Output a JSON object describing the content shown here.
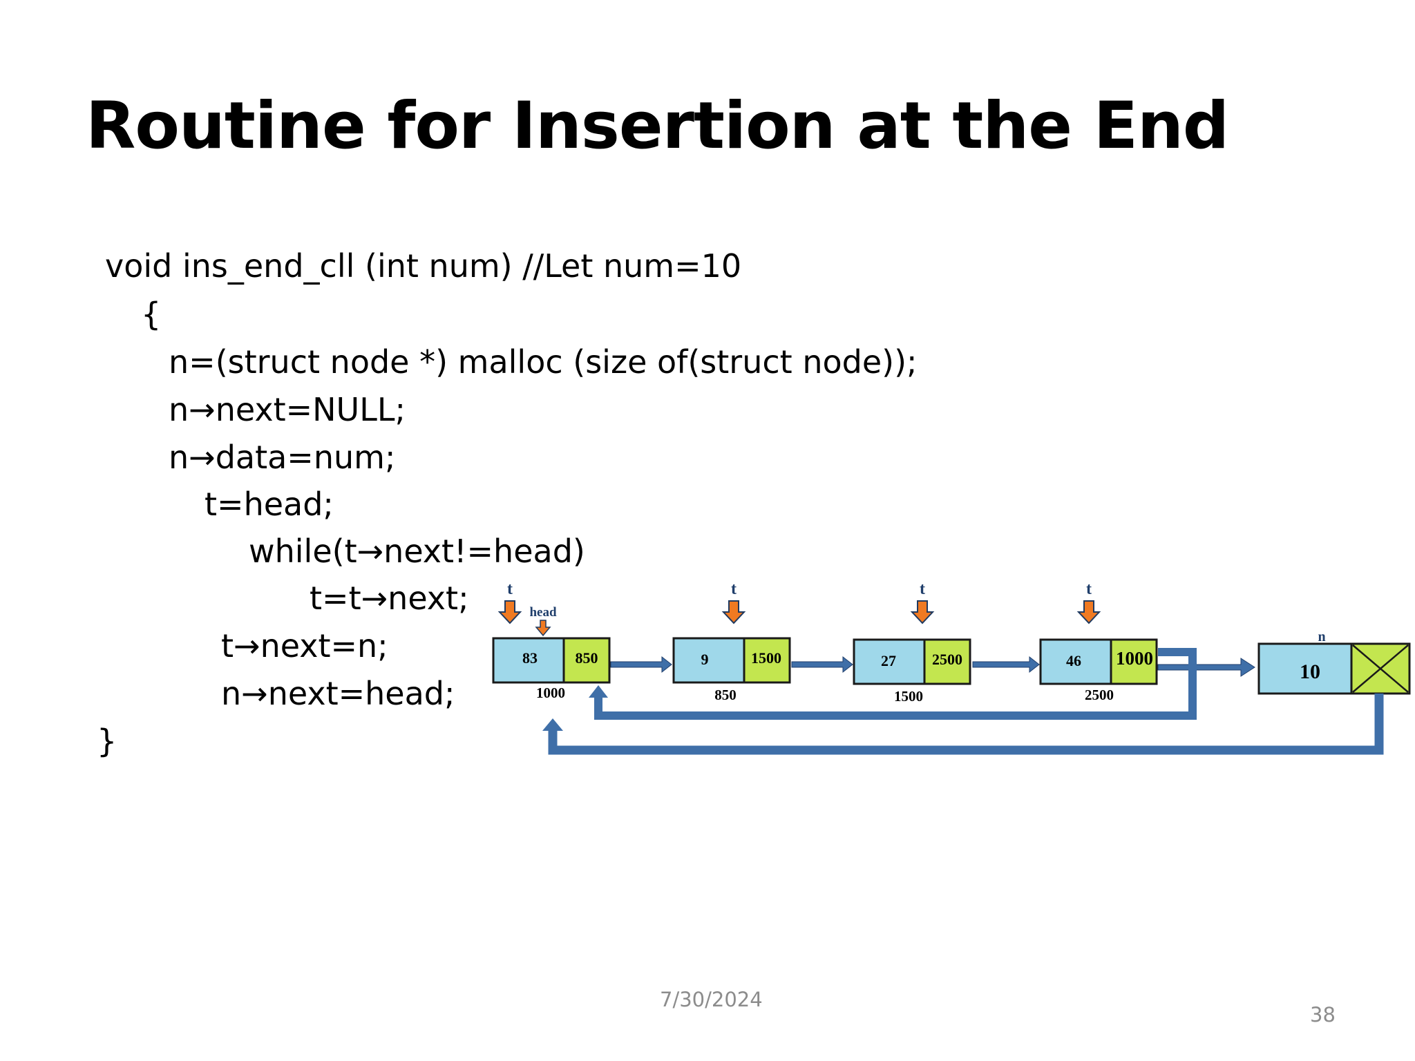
{
  "title": "Routine for Insertion at the End",
  "code": [
    "void ins_end_cll (int num) //Let num=10",
    "{",
    "n=(struct node *) malloc (size of(struct node));",
    "n→next=NULL;",
    "n→data=num;",
    "t=head;",
    "while(t→next!=head)",
    "t=t→next;",
    "t→next=n;",
    "n→next=head;",
    "}"
  ],
  "diagram": {
    "colors": {
      "data_cell": "#9fd8ea",
      "link_cell": "#c3e64f",
      "arrow": "#3f6fa8",
      "pointer_arrow": "#f07a22"
    },
    "pointer_label": "t",
    "head_label": "head",
    "new_pointer_label": "n",
    "nodes": [
      {
        "data": "83",
        "next": "850",
        "address": "1000"
      },
      {
        "data": "9",
        "next": "1500",
        "address": "850"
      },
      {
        "data": "27",
        "next": "2500",
        "address": "1500"
      },
      {
        "data": "46",
        "next": "1000",
        "address": "2500"
      }
    ],
    "new_node": {
      "data": "10",
      "next_symbol": "null-cross-icon"
    }
  },
  "footer": {
    "date": "7/30/2024",
    "page": "38"
  }
}
